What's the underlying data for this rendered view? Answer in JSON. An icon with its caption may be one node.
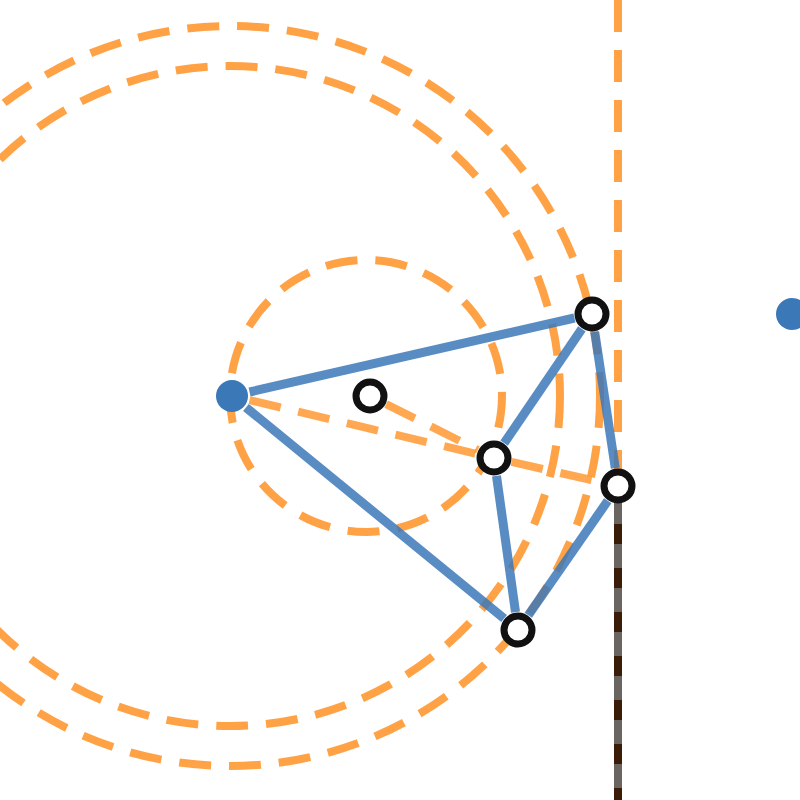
{
  "diagram": {
    "nodes": [
      {
        "text": [],
        "shape": "circle"
      },
      {
        "text": [],
        "shape": "circle"
      },
      {
        "text": [],
        "shape": "circle"
      },
      {
        "text": [],
        "shape": "circle"
      },
      {
        "text": [],
        "shape": "circle"
      },
      {
        "text": [],
        "shape": "circle"
      },
      {
        "text": [],
        "shape": "circle"
      }
    ],
    "edges": [
      {
        "from": 0,
        "to": 2,
        "arrow": "none"
      },
      {
        "from": 0,
        "to": 5,
        "arrow": "none"
      },
      {
        "from": 2,
        "to": 3,
        "arrow": "none"
      },
      {
        "from": 3,
        "to": 5,
        "arrow": "none"
      },
      {
        "from": 2,
        "to": 4,
        "arrow": "none"
      },
      {
        "from": 4,
        "to": 5,
        "arrow": "none"
      },
      {
        "from": 0,
        "to": 3,
        "arrow": "none",
        "style": "dashed",
        "color": "#ff9933"
      },
      {
        "from": 3,
        "to": 4,
        "arrow": "none",
        "style": "dashed",
        "color": "#ff9933"
      },
      {
        "from": 1,
        "to": 3,
        "arrow": "none",
        "style": "dashed",
        "color": "#ff9933"
      }
    ]
  }
}
